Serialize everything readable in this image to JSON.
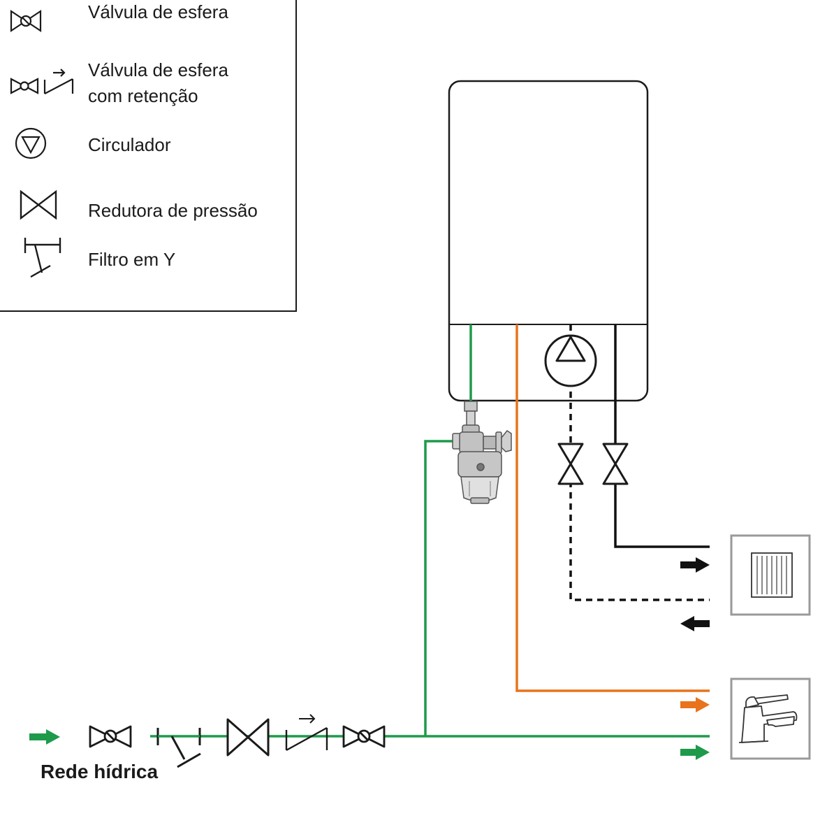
{
  "legend": {
    "items": [
      {
        "icon": "ball-valve-icon",
        "lines": [
          "Válvula de esfera"
        ]
      },
      {
        "icon": "ball-valve-check-icon",
        "lines": [
          "Válvula de esfera",
          "com retenção"
        ]
      },
      {
        "icon": "circulator-icon",
        "lines": [
          "Circulador"
        ]
      },
      {
        "icon": "pressure-reducer-icon",
        "lines": [
          "Redutora de pressão"
        ]
      },
      {
        "icon": "y-filter-icon",
        "lines": [
          "Filtro em Y"
        ]
      }
    ]
  },
  "network_label": "Rede hídrica",
  "colors": {
    "cold_water": "#1e9a4b",
    "hot_water": "#e8731c",
    "heating": "#111111",
    "outline": "#1a1a1a",
    "device_fill": "#ffffff",
    "fixture_border": "#9a9a9a"
  }
}
